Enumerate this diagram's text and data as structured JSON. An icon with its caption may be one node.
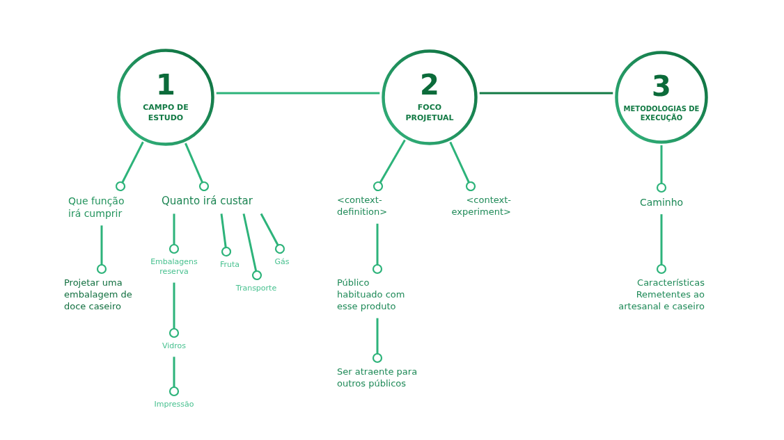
{
  "diagram": {
    "nodes": [
      {
        "text": [
          "1",
          "CAMPO DE ESTUDO"
        ]
      },
      {
        "text": [
          "2",
          "FOCO PROJETUAL"
        ]
      },
      {
        "text": [
          "3",
          "METODOLOGIAS DE EXECUÇÃO"
        ]
      },
      {
        "text": [
          "Que função irá cumprir"
        ]
      },
      {
        "text": [
          "Quanto irá custar"
        ]
      },
      {
        "text": [
          "Projetar uma embalagem de doce caseiro"
        ]
      },
      {
        "text": [
          "Embalagens reserva"
        ]
      },
      {
        "text": [
          "Fruta"
        ]
      },
      {
        "text": [
          "Transporte"
        ]
      },
      {
        "text": [
          "Gás"
        ]
      },
      {
        "text": [
          "Vidros"
        ]
      },
      {
        "text": [
          "Impressão"
        ]
      },
      {
        "text": [
          "<context-definition>"
        ]
      },
      {
        "text": [
          "<context-experiment>"
        ]
      },
      {
        "text": [
          "Público habituado com esse produto"
        ]
      },
      {
        "text": [
          "Ser atraente para outros públicos"
        ]
      },
      {
        "text": [
          "Caminho"
        ]
      },
      {
        "text": [
          "Características Remetentes ao artesanal e caseiro"
        ]
      }
    ],
    "edges": [
      {
        "from": 0,
        "to": 1,
        "arrow": "none"
      },
      {
        "from": 1,
        "to": 2,
        "arrow": "none",
        "color": "#137a45"
      },
      {
        "from": 0,
        "to": 3,
        "arrow": "other"
      },
      {
        "from": 0,
        "to": 4,
        "arrow": "other"
      },
      {
        "from": 3,
        "to": 5,
        "arrow": "other"
      },
      {
        "from": 4,
        "to": 6,
        "arrow": "other"
      },
      {
        "from": 4,
        "to": 7,
        "arrow": "other"
      },
      {
        "from": 4,
        "to": 8,
        "arrow": "other"
      },
      {
        "from": 4,
        "to": 9,
        "arrow": "other"
      },
      {
        "from": 6,
        "to": 10,
        "arrow": "other"
      },
      {
        "from": 10,
        "to": 11,
        "arrow": "other"
      },
      {
        "from": 1,
        "to": 12,
        "arrow": "other"
      },
      {
        "from": 1,
        "to": 13,
        "arrow": "other"
      },
      {
        "from": 12,
        "to": 14,
        "arrow": "other"
      },
      {
        "from": 14,
        "to": 15,
        "arrow": "other"
      },
      {
        "from": 2,
        "to": 16,
        "arrow": "other"
      },
      {
        "from": 16,
        "to": 17,
        "arrow": "other"
      }
    ]
  }
}
